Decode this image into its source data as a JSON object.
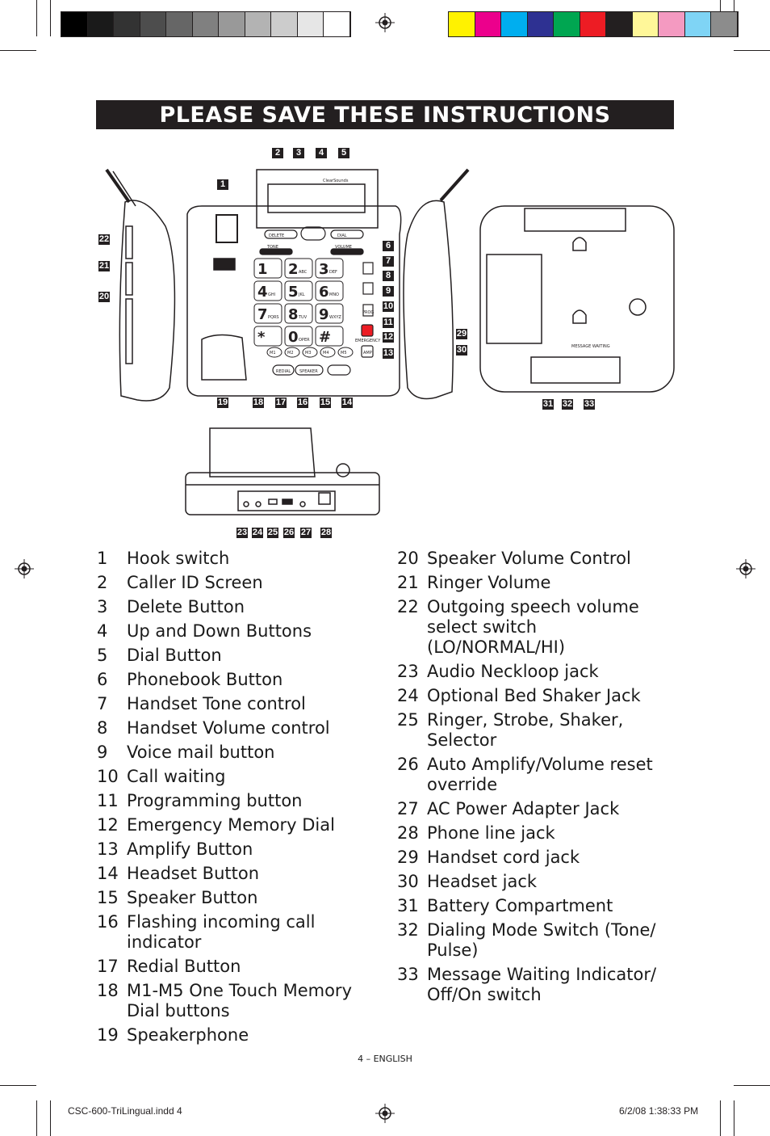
{
  "color_bar_left": [
    "#000000",
    "#1a1a1a",
    "#333333",
    "#4d4d4d",
    "#666666",
    "#808080",
    "#999999",
    "#b3b3b3",
    "#cccccc",
    "#e6e6e6",
    "#ffffff"
  ],
  "color_bar_right": [
    "#fff200",
    "#ec008c",
    "#00aeef",
    "#2e3192",
    "#00a651",
    "#ed1c24",
    "#231f20",
    "#fff799",
    "#f49ac1",
    "#7fd4f5",
    "#8c8c8c"
  ],
  "banner": "PLEASE SAVE THESE INSTRUCTIONS",
  "callouts": {
    "top": [
      "2",
      "3",
      "4",
      "5"
    ],
    "c1": "1",
    "c22": "22",
    "c21": "21",
    "c20": "20",
    "right": [
      "6",
      "7",
      "8",
      "9",
      "10",
      "11",
      "12",
      "13"
    ],
    "c29": "29",
    "c30": "30",
    "bottom_left": [
      "19",
      "18",
      "17",
      "16",
      "15",
      "14"
    ],
    "bottom_right": [
      "31",
      "32",
      "33"
    ],
    "rear": [
      "23",
      "24",
      "25",
      "26",
      "27",
      "28"
    ]
  },
  "phone": {
    "brand": "ClearSounds",
    "delete": "DELETE",
    "dial": "DIAL",
    "tone": "TONE",
    "volume": "VOLUME",
    "keys": [
      [
        "1",
        ""
      ],
      [
        "2",
        "ABC"
      ],
      [
        "3",
        "DEF"
      ],
      [
        "4",
        "GHI"
      ],
      [
        "5",
        "JKL"
      ],
      [
        "6",
        "MNO"
      ],
      [
        "7",
        "PQRS"
      ],
      [
        "8",
        "TUV"
      ],
      [
        "9",
        "WXYZ"
      ],
      [
        "*",
        ""
      ],
      [
        "0",
        "OPER"
      ],
      [
        "#",
        ""
      ]
    ],
    "memory": [
      "M1",
      "M2",
      "M3",
      "M4",
      "M5"
    ],
    "redial": "REDIAL",
    "speaker": "SPEAKER",
    "amp": "AMP",
    "prog": "PROG",
    "emergency": "EMERGENCY",
    "msg_waiting": "MESSAGE WAITING"
  },
  "list_left": [
    {
      "n": "1",
      "t": "Hook switch"
    },
    {
      "n": "2",
      "t": "Caller ID Screen"
    },
    {
      "n": "3",
      "t": "Delete Button"
    },
    {
      "n": "4",
      "t": "Up and Down Buttons"
    },
    {
      "n": "5",
      "t": "Dial Button"
    },
    {
      "n": "6",
      "t": "Phonebook Button"
    },
    {
      "n": "7",
      "t": "Handset Tone control"
    },
    {
      "n": "8",
      "t": "Handset Volume control"
    },
    {
      "n": "9",
      "t": "Voice mail button"
    },
    {
      "n": "10",
      "t": "Call waiting"
    },
    {
      "n": "11",
      "t": "Programming button"
    },
    {
      "n": "12",
      "t": "Emergency Memory Dial"
    },
    {
      "n": "13",
      "t": "Amplify Button"
    },
    {
      "n": "14",
      "t": "Headset Button"
    },
    {
      "n": "15",
      "t": "Speaker Button"
    },
    {
      "n": "16",
      "t": "Flashing incoming call indicator"
    },
    {
      "n": "17",
      "t": "Redial Button"
    },
    {
      "n": "18",
      "t": "M1-M5 One Touch Memory Dial buttons"
    },
    {
      "n": "19",
      "t": "Speakerphone"
    }
  ],
  "list_right": [
    {
      "n": "20",
      "t": "Speaker Volume Control"
    },
    {
      "n": "21",
      "t": "Ringer Volume"
    },
    {
      "n": "22",
      "t": "Outgoing speech volume select switch (LO/NORMAL/HI)"
    },
    {
      "n": "23",
      "t": "Audio Neckloop jack"
    },
    {
      "n": "24",
      "t": "Optional Bed Shaker Jack"
    },
    {
      "n": "25",
      "t": "Ringer, Strobe, Shaker, Selector"
    },
    {
      "n": "26",
      "t": "Auto Amplify/Volume reset override"
    },
    {
      "n": "27",
      "t": "AC Power Adapter Jack"
    },
    {
      "n": "28",
      "t": "Phone line jack"
    },
    {
      "n": "29",
      "t": "Handset cord jack"
    },
    {
      "n": "30",
      "t": "Headset jack"
    },
    {
      "n": "31",
      "t": "Battery Compartment"
    },
    {
      "n": "32",
      "t": "Dialing Mode Switch (Tone/ Pulse)"
    },
    {
      "n": "33",
      "t": "Message Waiting Indicator/ Off/On switch"
    }
  ],
  "footer": "4 – ENGLISH",
  "slug_left": "CSC-600-TriLingual.indd   4",
  "slug_right": "6/2/08   1:38:33 PM"
}
